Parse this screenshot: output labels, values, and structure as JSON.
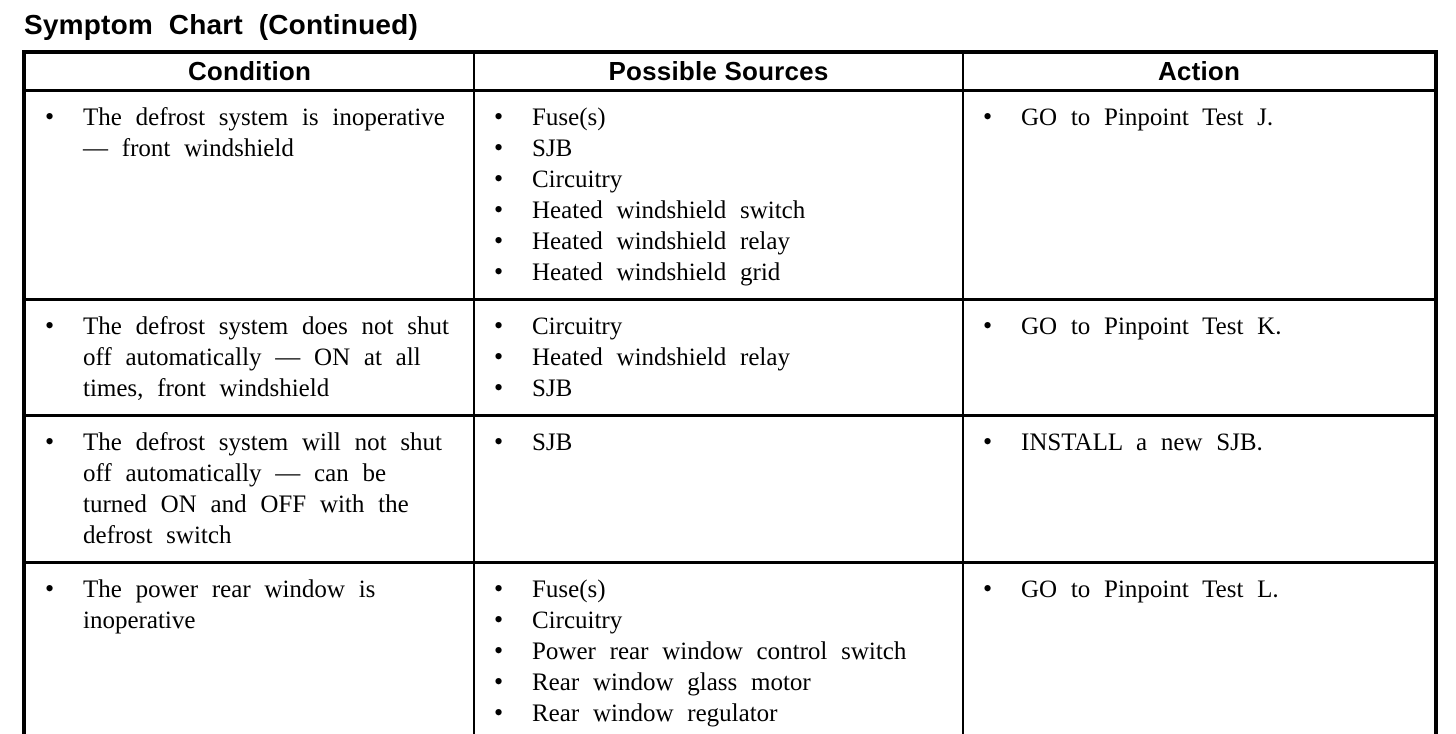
{
  "page": {
    "title": "Symptom Chart (Continued)",
    "text_color": "#000000",
    "background_color": "#ffffff",
    "border_color": "#000000"
  },
  "table": {
    "headers": [
      "Condition",
      "Possible Sources",
      "Action"
    ],
    "rows": [
      {
        "condition": [
          "The defrost system is inoperative — front windshield"
        ],
        "sources": [
          "Fuse(s)",
          "SJB",
          "Circuitry",
          "Heated windshield switch",
          "Heated windshield relay",
          "Heated windshield grid"
        ],
        "action": [
          "GO to Pinpoint Test J."
        ]
      },
      {
        "condition": [
          "The defrost system does not shut off automatically — ON at all times, front windshield"
        ],
        "sources": [
          "Circuitry",
          "Heated windshield relay",
          "SJB"
        ],
        "action": [
          "GO to Pinpoint Test K."
        ]
      },
      {
        "condition": [
          "The defrost system will not shut off automatically — can be turned ON and OFF with the defrost switch"
        ],
        "sources": [
          "SJB"
        ],
        "action": [
          "INSTALL a new SJB."
        ]
      },
      {
        "condition": [
          "The power rear window is inoperative"
        ],
        "sources": [
          "Fuse(s)",
          "Circuitry",
          "Power rear window control switch",
          "Rear window glass motor",
          "Rear window regulator"
        ],
        "action": [
          "GO to Pinpoint Test L."
        ]
      }
    ]
  }
}
